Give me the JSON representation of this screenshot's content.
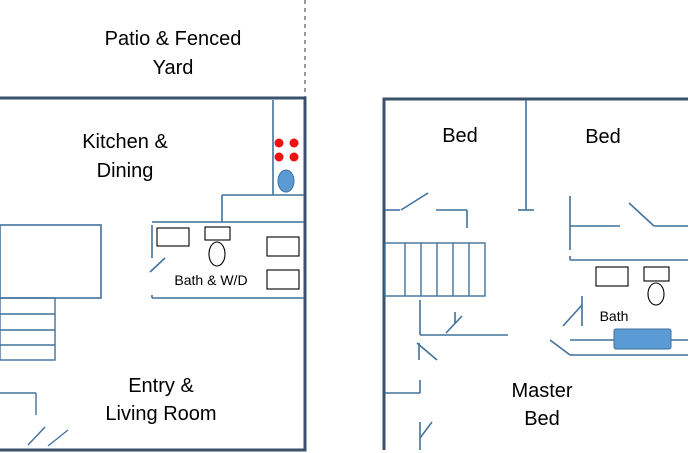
{
  "labels": {
    "patio_line1": "Patio & Fenced",
    "patio_line2": "Yard",
    "kitchen_line1": "Kitchen &",
    "kitchen_line2": "Dining",
    "bath_wd": "Bath & W/D",
    "entry_line1": "Entry &",
    "entry_line2": "Living Room",
    "bed_left": "Bed",
    "bed_right": "Bed",
    "bath": "Bath",
    "master_line1": "Master",
    "master_line2": "Bed"
  },
  "colors": {
    "outer_wall": "#3a5169",
    "interior_wall": "#41719c",
    "fixture_outline": "#000000",
    "stove_burner": "#ee1111",
    "blue_fixture": "#5b9bd5",
    "dashed_divider": "#555555"
  },
  "icons": {
    "stove": "stove-burners-icon",
    "sink": "sink-icon",
    "toilet": "toilet-icon",
    "tub": "bathtub-icon",
    "stairs": "stairs-icon"
  }
}
